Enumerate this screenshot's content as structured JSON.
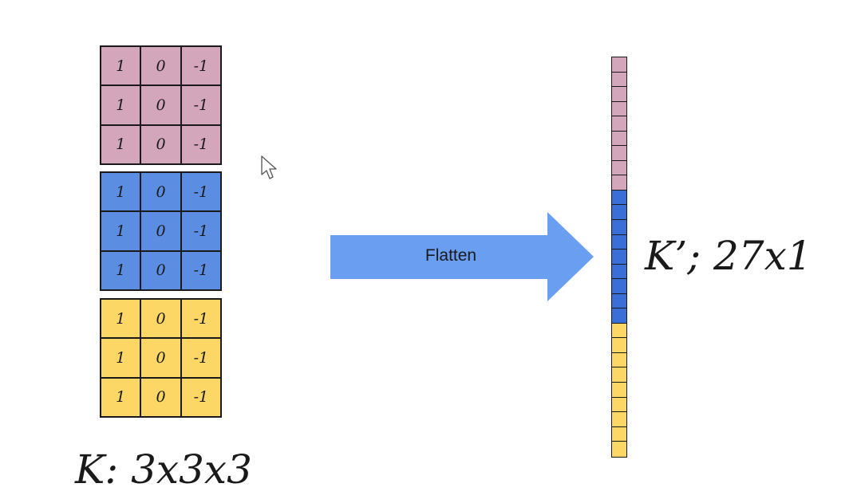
{
  "colors": {
    "pink": "#d4a6bb",
    "blue": "#5b8ee3",
    "yellow": "#fcd766",
    "arrow": "#6a9ef0",
    "column_blue": "#3a6fd8"
  },
  "kernel": {
    "channels": [
      {
        "name": "pink",
        "rows": [
          [
            "1",
            "0",
            "-1"
          ],
          [
            "1",
            "0",
            "-1"
          ],
          [
            "1",
            "0",
            "-1"
          ]
        ]
      },
      {
        "name": "blue",
        "rows": [
          [
            "1",
            "0",
            "-1"
          ],
          [
            "1",
            "0",
            "-1"
          ],
          [
            "1",
            "0",
            "-1"
          ]
        ]
      },
      {
        "name": "yellow",
        "rows": [
          [
            "1",
            "0",
            "-1"
          ],
          [
            "1",
            "0",
            "-1"
          ],
          [
            "1",
            "0",
            "-1"
          ]
        ]
      }
    ],
    "label": "K: 3x3x3"
  },
  "arrow": {
    "label": "Flatten"
  },
  "flattened": {
    "label": "K’; 27x1",
    "segments": [
      {
        "color": "pink",
        "count": 9
      },
      {
        "color": "blue",
        "count": 9
      },
      {
        "color": "yellow",
        "count": 9
      }
    ]
  },
  "cursor_icon": "mouse-pointer-icon"
}
